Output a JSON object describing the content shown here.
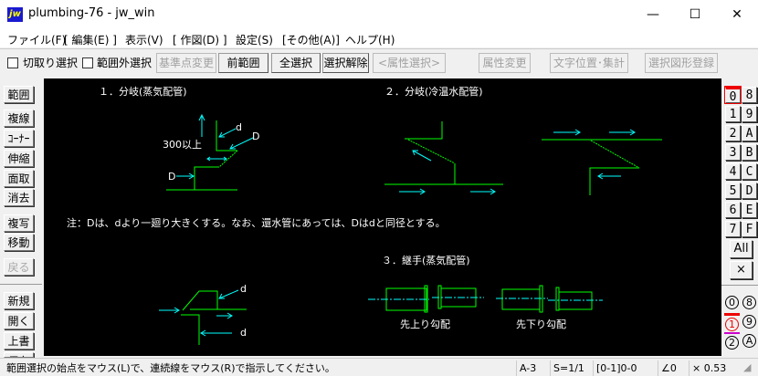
{
  "window": {
    "title": "plumbing-76 - jw_win",
    "icon_text": "jw",
    "minimize": "—",
    "maximize": "☐",
    "close": "✕"
  },
  "menu": [
    "ファイル(F)",
    "[ 編集(E) ]",
    "表示(V)",
    "[ 作図(D) ]",
    "設定(S)",
    "[その他(A)]",
    "ヘルプ(H)"
  ],
  "toolbar": {
    "cut_select": "切取り選択",
    "outside_select": "範囲外選択",
    "base_point": "基準点変更",
    "prev_range": "前範囲",
    "select_all": "全選択",
    "deselect": "選択解除",
    "attr_select": "<属性選択>",
    "attr_change": "属性変更",
    "text_pos": "文字位置･集計",
    "register": "選択図形登録"
  },
  "left_tools": [
    "範囲",
    "複線",
    "ｺｰﾅｰ",
    "伸縮",
    "面取",
    "消去",
    "複写",
    "移動",
    "戻る",
    "新規",
    "開く",
    "上書",
    "保存"
  ],
  "layers": {
    "left": [
      "0",
      "1",
      "2",
      "3",
      "4",
      "5",
      "6",
      "7"
    ],
    "right": [
      "8",
      "9",
      "A",
      "B",
      "C",
      "D",
      "E",
      "F"
    ],
    "all": "All",
    "none": "×",
    "active": "0"
  },
  "groups": {
    "left": [
      "0",
      "1",
      "2"
    ],
    "right": [
      "8",
      "9",
      "A"
    ],
    "active": "1"
  },
  "drawing": {
    "title1": "１．分岐(蒸気配管)",
    "title2": "２．分岐(冷温水配管)",
    "title3": "３．継手(蒸気配管)",
    "note": "注：Dは、dより一廻り大きくする。なお、還水管にあっては、Dはdと同径とする。",
    "label_300": "300以上",
    "label_D": "D",
    "label_d": "d",
    "slope_up": "先上り勾配",
    "slope_down": "先下り勾配",
    "colors": {
      "line": "#00ff00",
      "arrow": "#00ffff",
      "text": "#ffffff",
      "background": "#000000"
    }
  },
  "status": {
    "message": "範囲選択の始点をマウス(L)で、連続線をマウス(R)で指示してください。",
    "paper": "A-3",
    "scale": "S=1/1",
    "layer": "[0-1]0-0",
    "angle": "∠0",
    "zoom": "× 0.53"
  }
}
